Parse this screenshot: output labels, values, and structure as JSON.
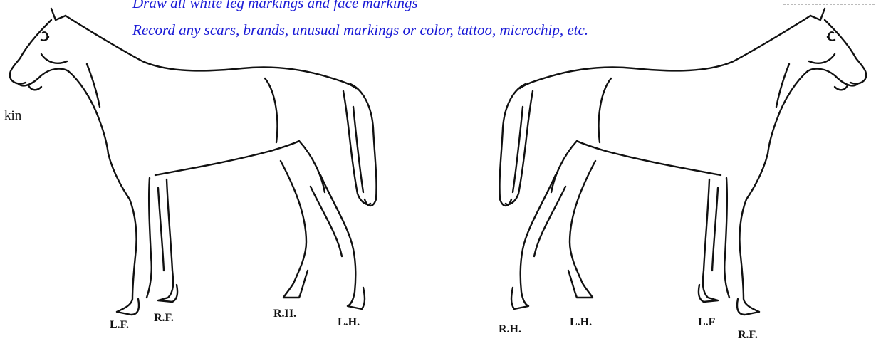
{
  "instructions": {
    "line1": "Draw all white leg markings and face markings",
    "line2": "Record any scars, brands, unusual markings or color, tattoo, microchip, etc."
  },
  "side_text": "kin",
  "left_view": {
    "legs": {
      "lf": "L.F.",
      "rf": "R.F.",
      "rh": "R.H.",
      "lh": "L.H."
    }
  },
  "right_view": {
    "legs": {
      "rh": "R.H.",
      "lh": "L.H.",
      "lf": "L.F",
      "rf": "R.F."
    }
  },
  "colors": {
    "instruction_text": "#1a1ad6",
    "line": "#111111"
  }
}
